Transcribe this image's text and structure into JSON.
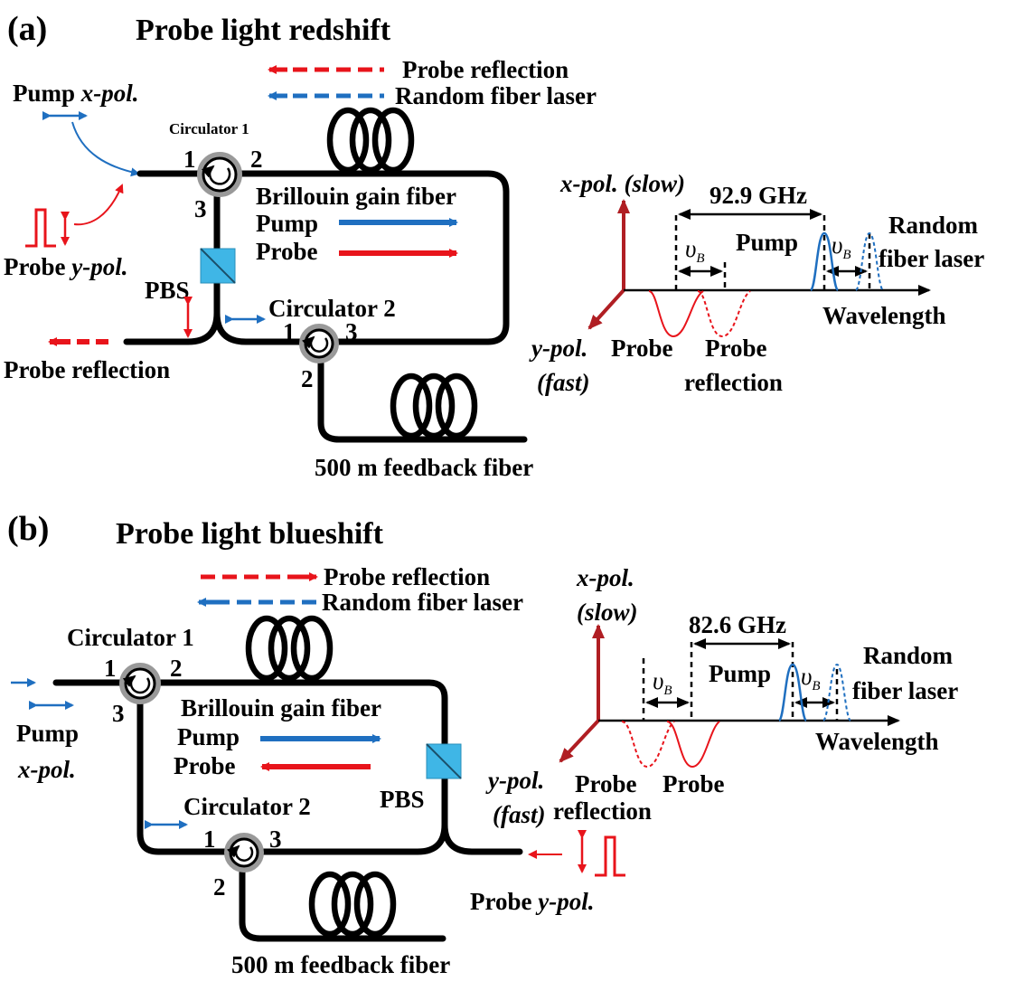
{
  "panel_a": {
    "tag": "(a)",
    "title": "Probe light redshift",
    "legend_probe_reflection": "Probe reflection",
    "legend_random_laser": "Random fiber laser",
    "pump_label_a": "Pump ",
    "pump_label_b": "x-pol.",
    "probe_label_a": "Probe ",
    "probe_label_b": "y-pol.",
    "circulator1": "Circulator 1",
    "circulator2": "Circulator 2",
    "port1": "1",
    "port2": "2",
    "port3": "3",
    "c2_port1": "1",
    "c2_port2": "2",
    "c2_port3": "3",
    "gain_fiber": "Brillouin gain fiber",
    "pump_arrow_label": "Pump",
    "probe_arrow_label": "Probe",
    "pbs": "PBS",
    "probe_reflection_out": "Probe reflection",
    "feedback_fiber": "500 m feedback fiber",
    "spectrum": {
      "x_axis_a": "x-pol.",
      "x_axis_b": " (slow)",
      "y_axis_a": "y-pol.",
      "y_axis_b": "(fast)",
      "freq_gap": "92.9 GHz",
      "nu_b1": "υ",
      "nu_b2": "υ",
      "nu_sub": "B",
      "pump": "Pump",
      "random_a": "Random",
      "random_b": "fiber laser",
      "wavelength": "Wavelength",
      "probe": "Probe",
      "probe_refl_a": "Probe",
      "probe_refl_b": "reflection"
    }
  },
  "panel_b": {
    "tag": "(b)",
    "title": "Probe light blueshift",
    "legend_probe_reflection": "Probe reflection",
    "legend_random_laser": "Random fiber laser",
    "pump_label": "Pump",
    "pump_pol": "x-pol.",
    "probe_label_a": "Probe ",
    "probe_label_b": "y-pol.",
    "circulator1": "Circulator 1",
    "circulator2": "Circulator 2",
    "port1": "1",
    "port2": "2",
    "port3": "3",
    "c2_port1": "1",
    "c2_port2": "2",
    "c2_port3": "3",
    "gain_fiber": "Brillouin gain fiber",
    "pump_arrow_label": "Pump",
    "probe_arrow_label": "Probe",
    "pbs": "PBS",
    "feedback_fiber": "500 m feedback fiber",
    "spectrum": {
      "x_axis_a": "x-pol.",
      "x_axis_b": "(slow)",
      "y_axis_a": "y-pol.",
      "y_axis_b": "(fast)",
      "freq_gap": "82.6 GHz",
      "nu_b1": "υ",
      "nu_b2": "υ",
      "nu_sub": "B",
      "pump": "Pump",
      "random_a": "Random",
      "random_b": "fiber laser",
      "wavelength": "Wavelength",
      "probe_refl_a": "Probe",
      "probe_refl_b": "reflection",
      "probe": "Probe"
    }
  },
  "colors": {
    "probe_red": "#e8141b",
    "pump_blue": "#1f6fc0",
    "axis_red": "#b01e23",
    "pbs_cyan": "#3fb6e6"
  }
}
